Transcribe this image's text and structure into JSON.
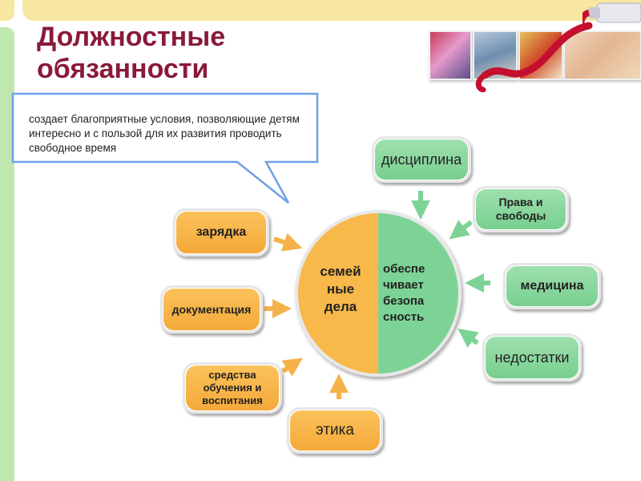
{
  "title": "Должностные обязанности",
  "callout": {
    "text": "создает благоприятные условия, позволяющие детям интересно и с пользой для их развития проводить свободное время"
  },
  "center": {
    "left_label": "семей ные дела",
    "right_label": "обеспе чивает безопа сность",
    "left_color": "#f8b84a",
    "right_color": "#7dd396"
  },
  "items": {
    "discipline": "дисциплина",
    "rights": "Права и свободы",
    "medicine": "медицина",
    "shortcomings": "недостатки",
    "ethics": "этика",
    "means": "средства обучения и воспитания",
    "documentation": "документация",
    "exercise": "зарядка"
  },
  "colors": {
    "title": "#8a1a3a",
    "orange_arrow": "#f6b24a",
    "green_arrow": "#7dd396",
    "callout_border": "#6fa0e8"
  }
}
